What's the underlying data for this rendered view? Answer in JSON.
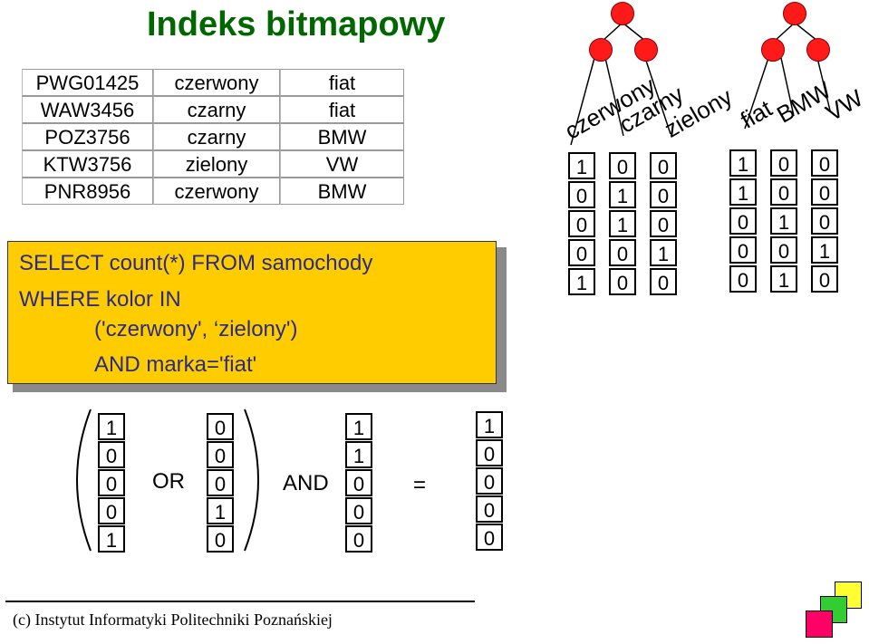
{
  "title": "Indeks bitmapowy",
  "table": [
    [
      "PWG01425",
      "czerwony",
      "fiat"
    ],
    [
      "WAW3456",
      "czarny",
      "fiat"
    ],
    [
      "POZ3756",
      "czarny",
      "BMW"
    ],
    [
      "KTW3756",
      "zielony",
      "VW"
    ],
    [
      "PNR8956",
      "czerwony",
      "BMW"
    ]
  ],
  "sql": {
    "line1": "SELECT count(*) FROM samochody",
    "line2": "WHERE kolor IN",
    "line3": "('czerwony', ‘zielony')",
    "line4": "AND marka='fiat'"
  },
  "color_index": {
    "labels": [
      "czerwony",
      "czarny",
      "zielony"
    ],
    "bitmaps": [
      [
        1,
        0,
        0,
        0,
        1
      ],
      [
        0,
        1,
        1,
        0,
        0
      ],
      [
        0,
        0,
        0,
        1,
        0
      ]
    ]
  },
  "brand_index": {
    "labels": [
      "fiat",
      "BMW",
      "VW"
    ],
    "bitmaps": [
      [
        1,
        1,
        0,
        0,
        0
      ],
      [
        0,
        0,
        1,
        0,
        1
      ],
      [
        0,
        0,
        0,
        1,
        0
      ]
    ]
  },
  "expression": {
    "operand1": [
      1,
      0,
      0,
      0,
      1
    ],
    "op1": "OR",
    "operand2": [
      0,
      0,
      0,
      1,
      0
    ],
    "op2": "AND",
    "operand3": [
      1,
      1,
      0,
      0,
      0
    ],
    "equals": "=",
    "result": [
      1,
      0,
      0,
      0,
      0
    ]
  },
  "footer": "(c) Instytut Informatyki Politechniki Poznańskiej",
  "colors": {
    "title": "#006600",
    "sql_bg": "#ffcc00",
    "sql_text": "#2b2b86",
    "node": "#ff1a1a",
    "square_yellow": "#ffff33",
    "square_green": "#33cc33",
    "square_magenta": "#ff0066"
  }
}
